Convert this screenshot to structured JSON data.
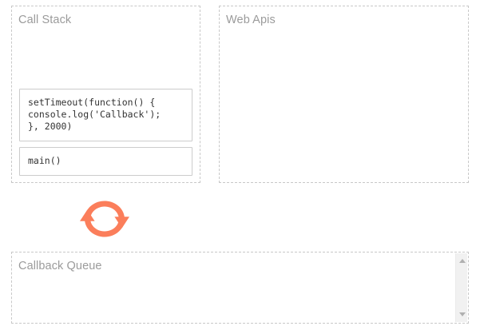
{
  "app": {
    "background_color": "#ffffff",
    "accent_color": "#fb7e5b",
    "panel_border_color": "#c8c8c8",
    "title_color": "#9b9b9b",
    "frame_border_color": "#cccccc",
    "code_text_color": "#333333"
  },
  "call_stack": {
    "title": "Call Stack",
    "frames": [
      {
        "id": "frame-settimeout",
        "code": "setTimeout(function() {\nconsole.log('Callback');\n}, 2000)"
      },
      {
        "id": "frame-main",
        "code": "main()"
      }
    ]
  },
  "web_apis": {
    "title": "Web Apis",
    "items": []
  },
  "event_loop": {
    "icon": "refresh-sync-icon",
    "color": "#fb7e5b"
  },
  "callback_queue": {
    "title": "Callback Queue",
    "items": [],
    "scrollbar": {
      "up_arrow": "chevron-up-icon",
      "down_arrow": "chevron-down-icon",
      "track_color": "#f1f1f1",
      "arrow_color": "#b0b0b0"
    }
  }
}
